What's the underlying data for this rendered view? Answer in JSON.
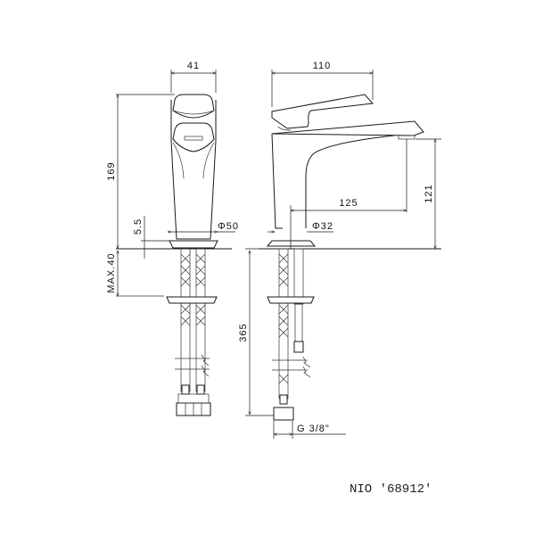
{
  "title": "NIO '68912'",
  "front_view": {
    "width_label": "41",
    "height_label": "169",
    "base_thickness_label": "5.5",
    "base_diameter_label": "Φ50",
    "max_deck_label": "MAX.40"
  },
  "side_view": {
    "reach_lever_label": "110",
    "spout_reach_label": "125",
    "spout_height_label": "121",
    "body_diameter_label": "Φ32",
    "hose_length_label": "365",
    "thread_label": "G 3/8\""
  },
  "colors": {
    "line": "#1a1a1a",
    "background": "#ffffff"
  }
}
